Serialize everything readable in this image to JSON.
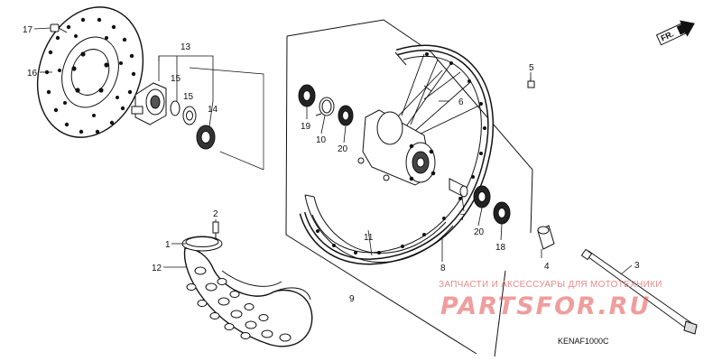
{
  "callouts": [
    "1",
    "2",
    "3",
    "4",
    "5",
    "6",
    "7",
    "8",
    "9",
    "10",
    "11",
    "12",
    "13",
    "14",
    "15",
    "15",
    "16",
    "17",
    "18",
    "19",
    "20",
    "20"
  ],
  "diagram_code": "KENAF1000C",
  "direction_label": "FR.",
  "watermark": {
    "tagline": "ЗАПЧАСТИ И АКСЕССУАРЫ ДЛЯ МОТОТЕХНИКИ",
    "site": "PARTSFOR.RU",
    "color": "#e24c4c"
  }
}
